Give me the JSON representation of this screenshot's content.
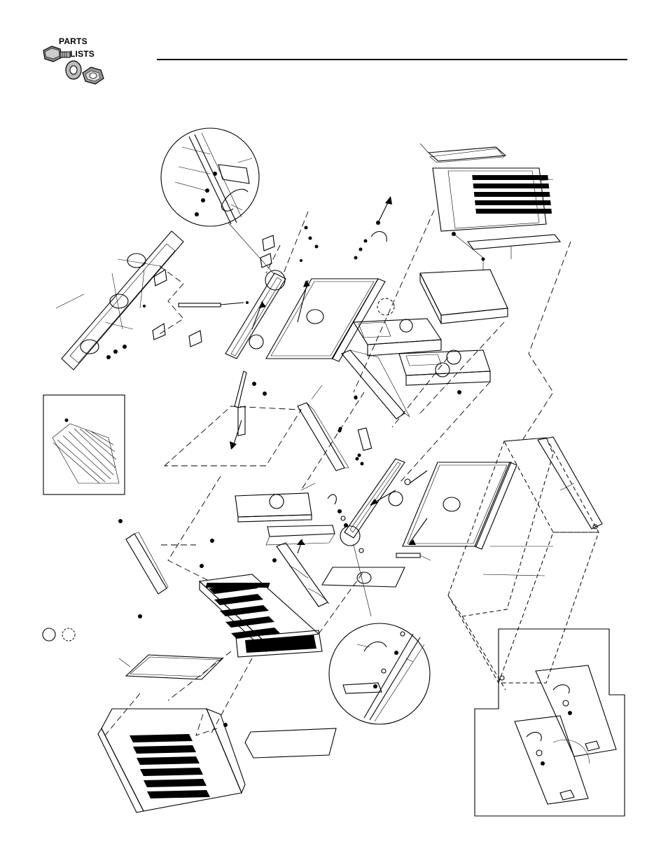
{
  "header": {
    "logo": {
      "icon": "bolt-washer-nut-icon",
      "line1": "PARTS",
      "line2": "LISTS"
    }
  },
  "diagram": {
    "type": "exploded-parts-view",
    "line_color": "#000000",
    "background": "#ffffff"
  }
}
